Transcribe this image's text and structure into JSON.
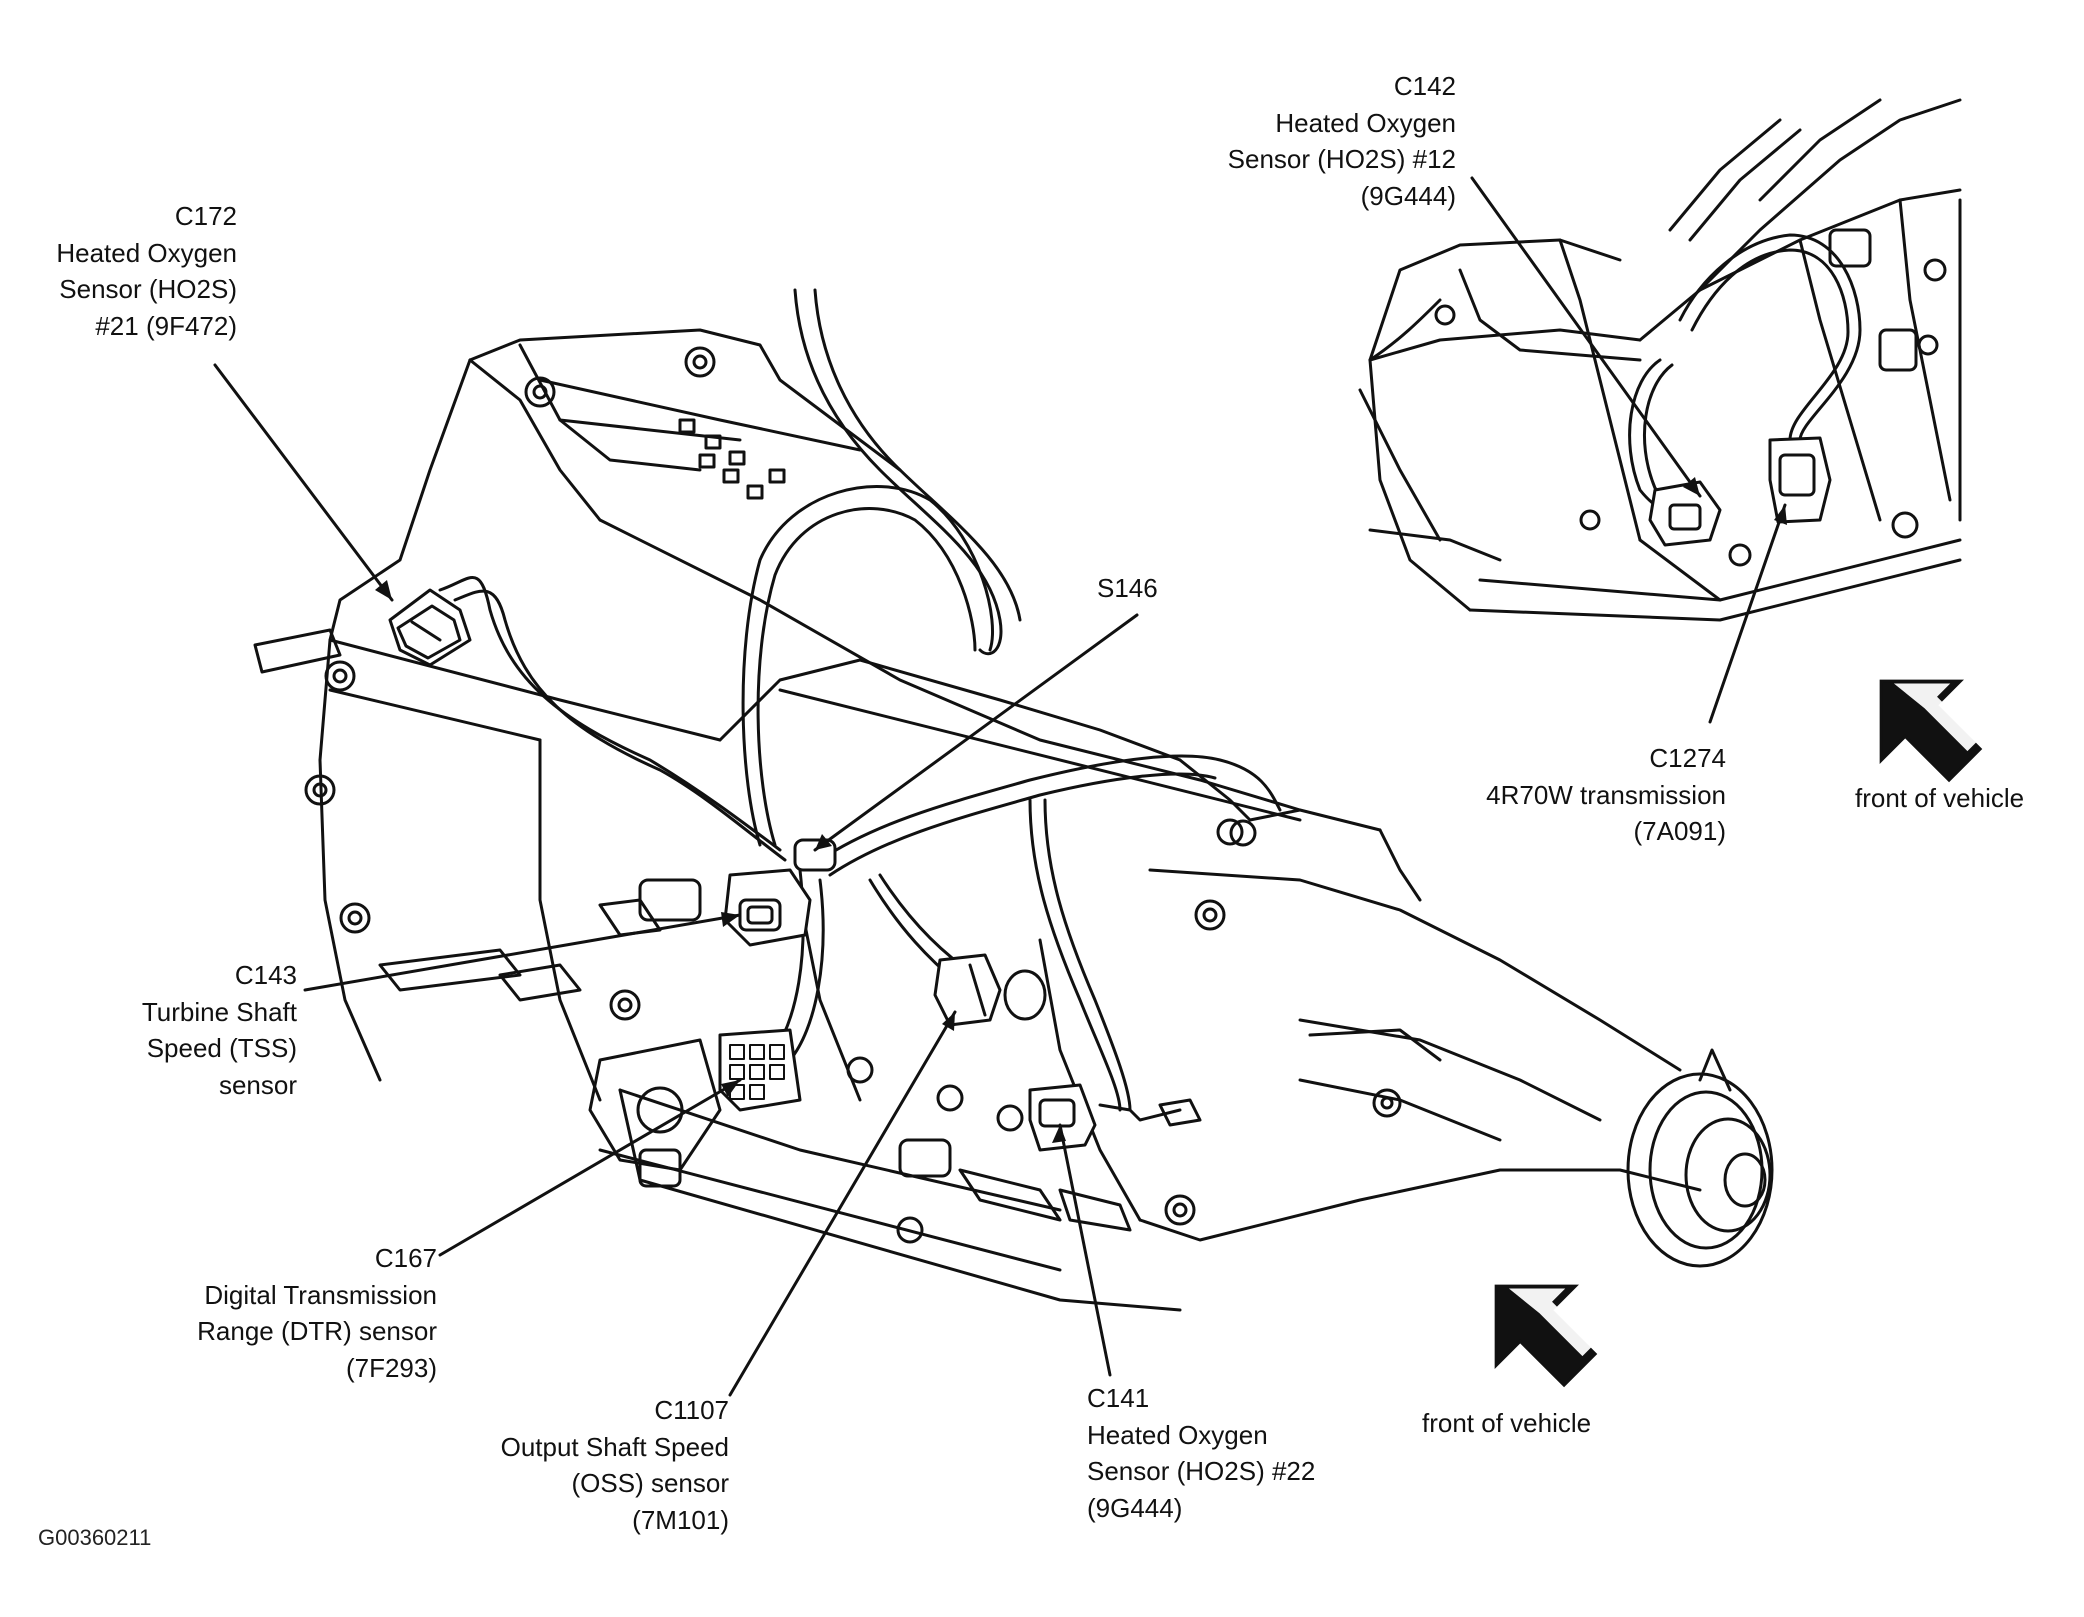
{
  "figure_id": "G00360211",
  "callouts": {
    "c172": {
      "code": "C172",
      "lines": [
        "Heated Oxygen",
        "Sensor (HO2S)",
        "#21 (9F472)"
      ]
    },
    "c142": {
      "code": "C142",
      "lines": [
        "Heated Oxygen",
        "Sensor (HO2S) #12",
        "(9G444)"
      ]
    },
    "s146": {
      "code": "S146"
    },
    "c1274": {
      "code": "C1274",
      "lines": [
        "4R70W transmission",
        "(7A091)"
      ]
    },
    "front_right": {
      "label": "front of vehicle"
    },
    "front_bottom": {
      "label": "front of vehicle"
    },
    "c143": {
      "code": "C143",
      "lines": [
        "Turbine Shaft",
        "Speed (TSS)",
        "sensor"
      ]
    },
    "c167": {
      "code": "C167",
      "lines": [
        "Digital Transmission",
        "Range (DTR) sensor",
        "(7F293)"
      ]
    },
    "c1107": {
      "code": "C1107",
      "lines": [
        "Output Shaft Speed",
        "(OSS) sensor",
        "(7M101)"
      ]
    },
    "c141": {
      "code": "C141",
      "lines": [
        "Heated Oxygen",
        "Sensor (HO2S) #22",
        "(9G444)"
      ]
    }
  },
  "arrow_icons": [
    "front-of-vehicle-arrow-icon",
    "front-of-vehicle-arrow-icon"
  ]
}
